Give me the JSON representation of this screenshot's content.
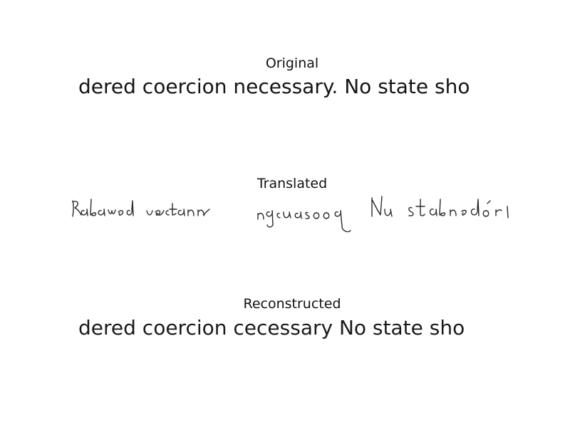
{
  "panels": [
    {
      "title": "Original",
      "text": "dered coercion necessary. No state sho"
    },
    {
      "title": "Translated",
      "text": "",
      "content": "handwritten rendering of the line"
    },
    {
      "title": "Reconstructed",
      "text": "dered coercion cecessary  No state sho"
    }
  ]
}
